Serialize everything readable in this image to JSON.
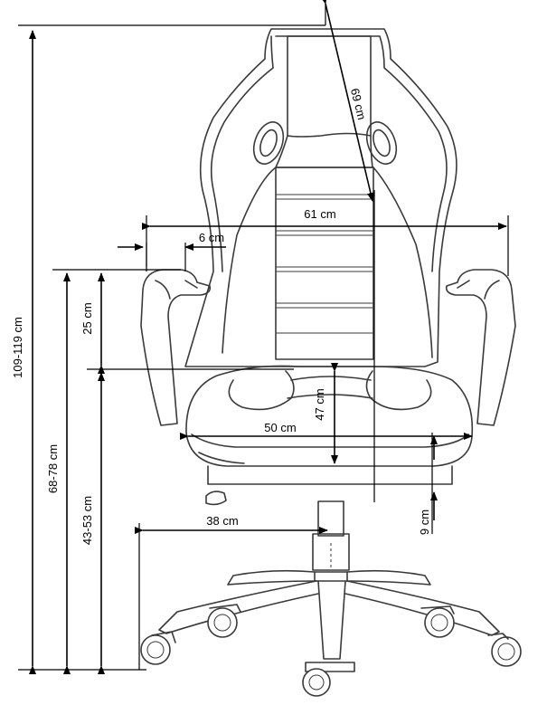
{
  "dimensions": {
    "total_height": "109-119 cm",
    "armrest_height": "68-78 cm",
    "seat_height": "43-53 cm",
    "armrest_above_seat": "25 cm",
    "backrest_height": "69 cm",
    "overall_width": "61 cm",
    "armrest_width": "6 cm",
    "seat_width": "50 cm",
    "seat_depth": "47 cm",
    "seat_thickness": "9 cm",
    "base_radius": "38 cm"
  },
  "arrow_color": "#000000",
  "line_color": "#3a3a3a"
}
